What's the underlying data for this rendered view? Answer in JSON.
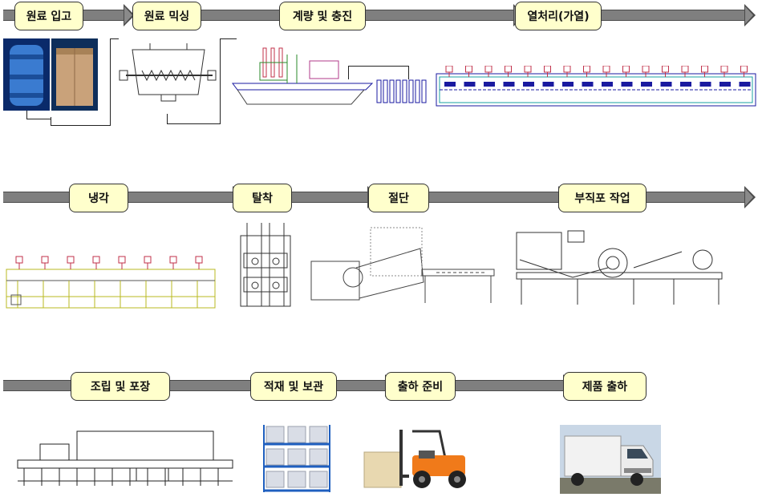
{
  "steps": {
    "s1": "원료 입고",
    "s2": "원료 믹싱",
    "s3": "계량 및 충진",
    "s4": "열처리(가열)",
    "s5": "냉각",
    "s6": "탈착",
    "s7": "절단",
    "s8": "부직포 작업",
    "s9": "조립 및 포장",
    "s10": "적재 및 보관",
    "s11": "출하 준비",
    "s12": "제품 출하"
  },
  "colors": {
    "step_fill": "#ffffcc",
    "arrow": "#7f7f7f",
    "machine_line": "#1a1aa0",
    "accent_red": "#c0304a",
    "forklift_orange": "#f07a1a"
  }
}
